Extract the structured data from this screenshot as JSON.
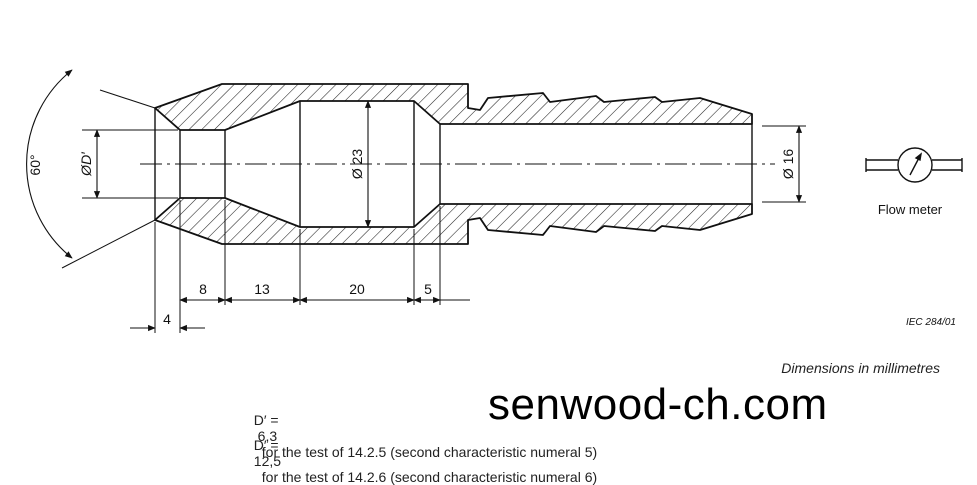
{
  "drawing": {
    "angle_label": "60°",
    "diameter_d_label": "ØD′",
    "diameter_23_label": "Ø 23",
    "diameter_16_label": "Ø 16",
    "dims": {
      "d4": "4",
      "d8": "8",
      "d13": "13",
      "d20": "20",
      "d5": "5"
    },
    "flow_meter_label": "Flow meter",
    "figure_ref": "IEC   284/01"
  },
  "units_note": "Dimensions in millimetres",
  "notes": [
    {
      "symbol": "D′ =",
      "value": " 6,3",
      "text": "for the test of 14.2.5 (second characteristic numeral 5)"
    },
    {
      "symbol": "D′ =",
      "value": "12,5",
      "text": "for the test of 14.2.6 (second characteristic numeral 6)"
    }
  ],
  "watermark": "senwood-ch.com"
}
